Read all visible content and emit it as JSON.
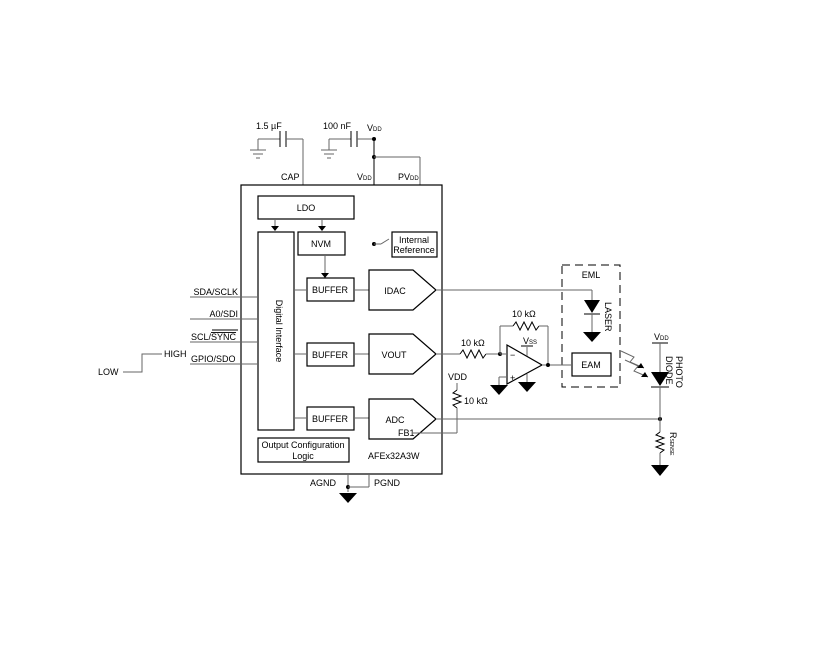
{
  "diagram": {
    "chip_name": "AFEx32A3W",
    "blocks": {
      "ldo": "LDO",
      "nvm": "NVM",
      "digital_interface": "Digital Interface",
      "internal_reference_line1": "Internal",
      "internal_reference_line2": "Reference",
      "buffer1": "BUFFER",
      "buffer2": "BUFFER",
      "buffer3": "BUFFER",
      "idac": "IDAC",
      "vout": "VOUT",
      "adc": "ADC",
      "fb1": "FB1",
      "output_config_line1": "Output Configuration",
      "output_config_line2": "Logic",
      "eam": "EAM",
      "eml": "EML"
    },
    "pins": {
      "cap": "CAP",
      "vdd": "V",
      "vdd_sub": "DD",
      "pvdd": "PV",
      "pvdd_sub": "DD",
      "agnd": "AGND",
      "pgnd": "PGND",
      "sda": "SDA/SCLK",
      "a0": "A0/SDI",
      "scl": "SCL/",
      "sync": "SYNC",
      "gpio": "GPIO/SDO"
    },
    "signals": {
      "low": "LOW",
      "high": "HIGH"
    },
    "components": {
      "cap1": "1.5 µF",
      "cap2": "100 nF",
      "vdd_top": "V",
      "vdd_top_sub": "DD",
      "r_in": "10 kΩ",
      "r_fb": "10 kΩ",
      "r_pullup": "10 kΩ",
      "vdd_pullup": "VDD",
      "vss": "V",
      "vss_sub": "SS",
      "laser": "LASER",
      "photo": "PHOTO",
      "diode": "DIODE",
      "vdd_pd": "V",
      "vdd_pd_sub": "DD",
      "rsense": "R",
      "rsense_sub": "SENSE",
      "opamp_minus": "−",
      "opamp_plus": "+"
    }
  }
}
